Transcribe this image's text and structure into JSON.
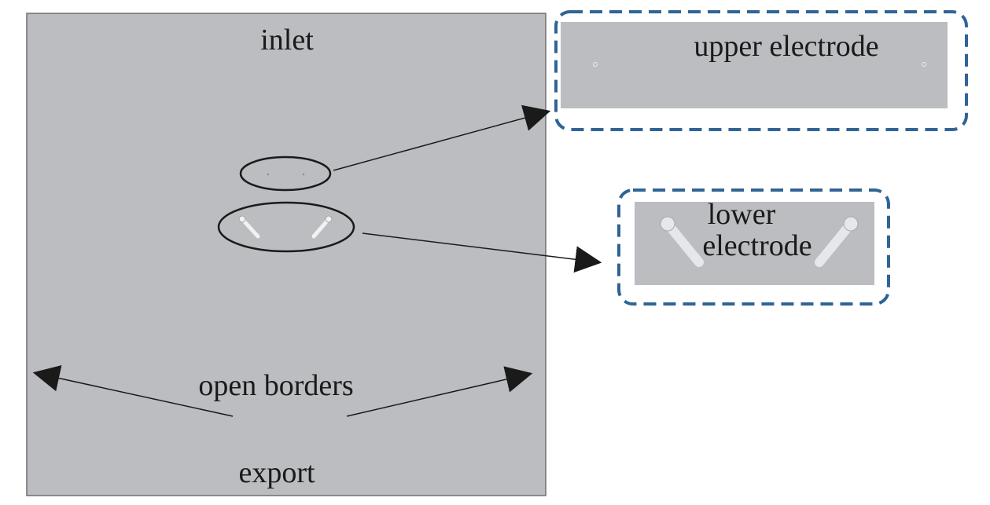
{
  "labels": {
    "inlet": "inlet",
    "export": "export",
    "open_borders": "open borders",
    "upper_electrode": "upper electrode",
    "lower_electrode_line1": "lower",
    "lower_electrode_line2": "electrode"
  },
  "colors": {
    "domain_fill": "#bcbdc0",
    "domain_border": "#6e6e6e",
    "callout_border": "#2f6496",
    "line": "#1a1a1a",
    "electrode_fill": "#e6e7ea"
  }
}
